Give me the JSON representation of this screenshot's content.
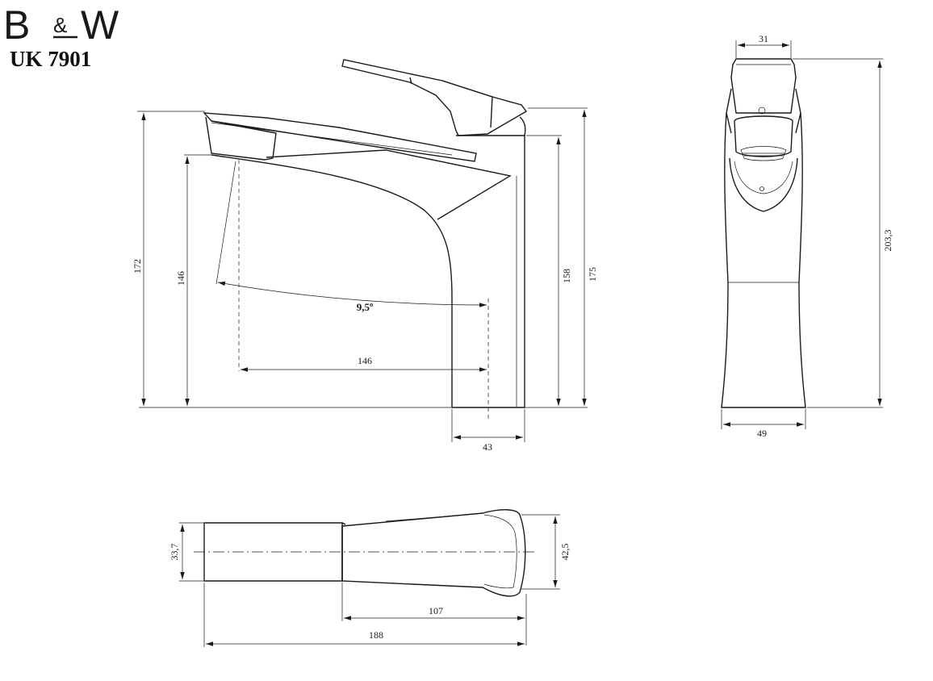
{
  "brand": {
    "logo_text": "B&W",
    "model": "UK 7901"
  },
  "side_view": {
    "dim_height_total": "172",
    "dim_spout_height": "146",
    "dim_reach": "146",
    "dim_angle": "9,5º",
    "dim_body_height": "158",
    "dim_lever_height": "175",
    "dim_body_width": "43"
  },
  "front_view": {
    "dim_top_width": "31",
    "dim_total_height": "203,3",
    "dim_base_width": "49"
  },
  "top_view": {
    "dim_spout_width": "33,7",
    "dim_body_width": "42,5",
    "dim_lever_length": "107",
    "dim_total_length": "188"
  }
}
